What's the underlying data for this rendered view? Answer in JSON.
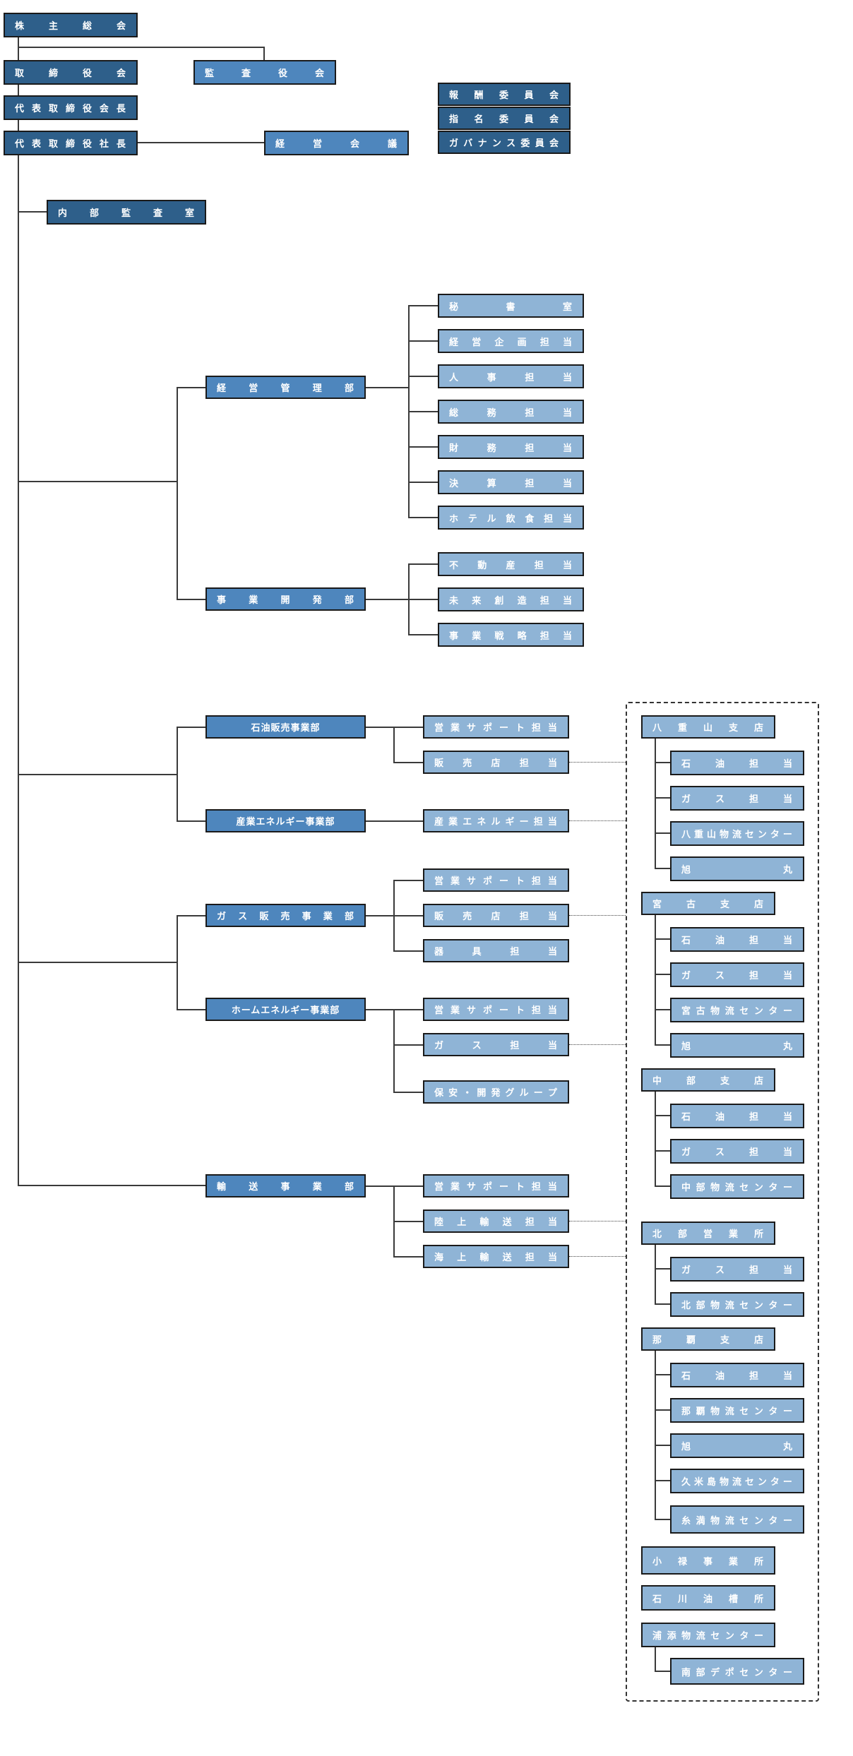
{
  "colors": {
    "dark": "#2e5f8a",
    "mid": "#4e86bd",
    "light": "#8fb4d6",
    "line": "#3a3a3a"
  },
  "nodes": [
    {
      "id": "kabunushi",
      "text": "株主総会",
      "style": "dark"
    },
    {
      "id": "torishimariyaku",
      "text": "取締役会",
      "style": "dark"
    },
    {
      "id": "kansayaku",
      "text": "監査役会",
      "style": "mid"
    },
    {
      "id": "daihyo-kaicho",
      "text": "代表取締役会長",
      "style": "dark"
    },
    {
      "id": "daihyo-shacho",
      "text": "代表取締役社長",
      "style": "dark"
    },
    {
      "id": "keiei-kaigi",
      "text": "経営会議",
      "style": "mid"
    },
    {
      "id": "hoshu",
      "text": "報酬委員会",
      "style": "dark"
    },
    {
      "id": "shimei",
      "text": "指名委員会",
      "style": "dark"
    },
    {
      "id": "governance",
      "text": "ガバナンス委員会",
      "style": "dark"
    },
    {
      "id": "naibu-kansa",
      "text": "内部監査室",
      "style": "dark"
    },
    {
      "id": "keiei-kanri",
      "text": "経営管理部",
      "style": "mid"
    },
    {
      "id": "hisho",
      "text": "秘書室",
      "style": "light"
    },
    {
      "id": "keiei-kikaku",
      "text": "経営企画担当",
      "style": "light"
    },
    {
      "id": "jinji",
      "text": "人事担当",
      "style": "light"
    },
    {
      "id": "somu",
      "text": "総務担当",
      "style": "light"
    },
    {
      "id": "zaimu",
      "text": "財務担当",
      "style": "light"
    },
    {
      "id": "kessan",
      "text": "決算担当",
      "style": "light"
    },
    {
      "id": "hotel",
      "text": "ホテル飲食担当",
      "style": "light"
    },
    {
      "id": "jigyo-kaihatsu",
      "text": "事業開発部",
      "style": "mid"
    },
    {
      "id": "fudosan",
      "text": "不動産担当",
      "style": "light"
    },
    {
      "id": "mirai",
      "text": "未来創造担当",
      "style": "light"
    },
    {
      "id": "jigyo-senryaku",
      "text": "事業戦略担当",
      "style": "light"
    },
    {
      "id": "sekiyu-hanbai",
      "text": "石油販売事業部",
      "style": "mid"
    },
    {
      "id": "s-eigyo",
      "text": "営業サポート担当",
      "style": "light"
    },
    {
      "id": "s-hanbaiten",
      "text": "販売店担当",
      "style": "light"
    },
    {
      "id": "sangyo-energy",
      "text": "産業エネルギー事業部",
      "style": "mid"
    },
    {
      "id": "sangyo-tanto",
      "text": "産業エネルギー担当",
      "style": "light"
    },
    {
      "id": "gas-hanbai",
      "text": "ガス販売事業部",
      "style": "mid"
    },
    {
      "id": "g-eigyo",
      "text": "営業サポート担当",
      "style": "light"
    },
    {
      "id": "g-hanbaiten",
      "text": "販売店担当",
      "style": "light"
    },
    {
      "id": "g-kigu",
      "text": "器具担当",
      "style": "light"
    },
    {
      "id": "home-energy",
      "text": "ホームエネルギー事業部",
      "style": "mid"
    },
    {
      "id": "h-eigyo",
      "text": "営業サポート担当",
      "style": "light"
    },
    {
      "id": "h-gas",
      "text": "ガス担当",
      "style": "light"
    },
    {
      "id": "h-hoan",
      "text": "保安・開発グループ",
      "style": "light"
    },
    {
      "id": "yuso",
      "text": "輸送事業部",
      "style": "mid"
    },
    {
      "id": "y-eigyo",
      "text": "営業サポート担当",
      "style": "light"
    },
    {
      "id": "y-rikujo",
      "text": "陸上輸送担当",
      "style": "light"
    },
    {
      "id": "y-kaijo",
      "text": "海上輸送担当",
      "style": "light"
    },
    {
      "id": "yaeyama",
      "text": "八重山支店",
      "style": "light"
    },
    {
      "id": "ya-sekiyu",
      "text": "石油担当",
      "style": "light"
    },
    {
      "id": "ya-gas",
      "text": "ガス担当",
      "style": "light"
    },
    {
      "id": "ya-butsuryu",
      "text": "八重山物流センター",
      "style": "light"
    },
    {
      "id": "ya-asahi",
      "text": "旭丸",
      "style": "light"
    },
    {
      "id": "miyako",
      "text": "宮古支店",
      "style": "light"
    },
    {
      "id": "mi-sekiyu",
      "text": "石油担当",
      "style": "light"
    },
    {
      "id": "mi-gas",
      "text": "ガス担当",
      "style": "light"
    },
    {
      "id": "mi-butsuryu",
      "text": "宮古物流センター",
      "style": "light"
    },
    {
      "id": "mi-asahi",
      "text": "旭丸",
      "style": "light"
    },
    {
      "id": "chubu",
      "text": "中部支店",
      "style": "light"
    },
    {
      "id": "ch-sekiyu",
      "text": "石油担当",
      "style": "light"
    },
    {
      "id": "ch-gas",
      "text": "ガス担当",
      "style": "light"
    },
    {
      "id": "ch-butsuryu",
      "text": "中部物流センター",
      "style": "light"
    },
    {
      "id": "hokubu",
      "text": "北部営業所",
      "style": "light"
    },
    {
      "id": "ho-gas",
      "text": "ガス担当",
      "style": "light"
    },
    {
      "id": "ho-butsuryu",
      "text": "北部物流センター",
      "style": "light"
    },
    {
      "id": "naha",
      "text": "那覇支店",
      "style": "light"
    },
    {
      "id": "na-sekiyu",
      "text": "石油担当",
      "style": "light"
    },
    {
      "id": "na-butsuryu",
      "text": "那覇物流センター",
      "style": "light"
    },
    {
      "id": "na-asahi",
      "text": "旭丸",
      "style": "light"
    },
    {
      "id": "na-kumejima",
      "text": "久米島物流センター",
      "style": "light"
    },
    {
      "id": "na-itoman",
      "text": "糸満物流センター",
      "style": "light"
    },
    {
      "id": "kouroku",
      "text": "小禄事業所",
      "style": "light"
    },
    {
      "id": "ishikawa",
      "text": "石川油槽所",
      "style": "light"
    },
    {
      "id": "urasoe",
      "text": "浦添物流センター",
      "style": "light"
    },
    {
      "id": "nanbu-depo",
      "text": "南部デポセンター",
      "style": "light"
    }
  ]
}
